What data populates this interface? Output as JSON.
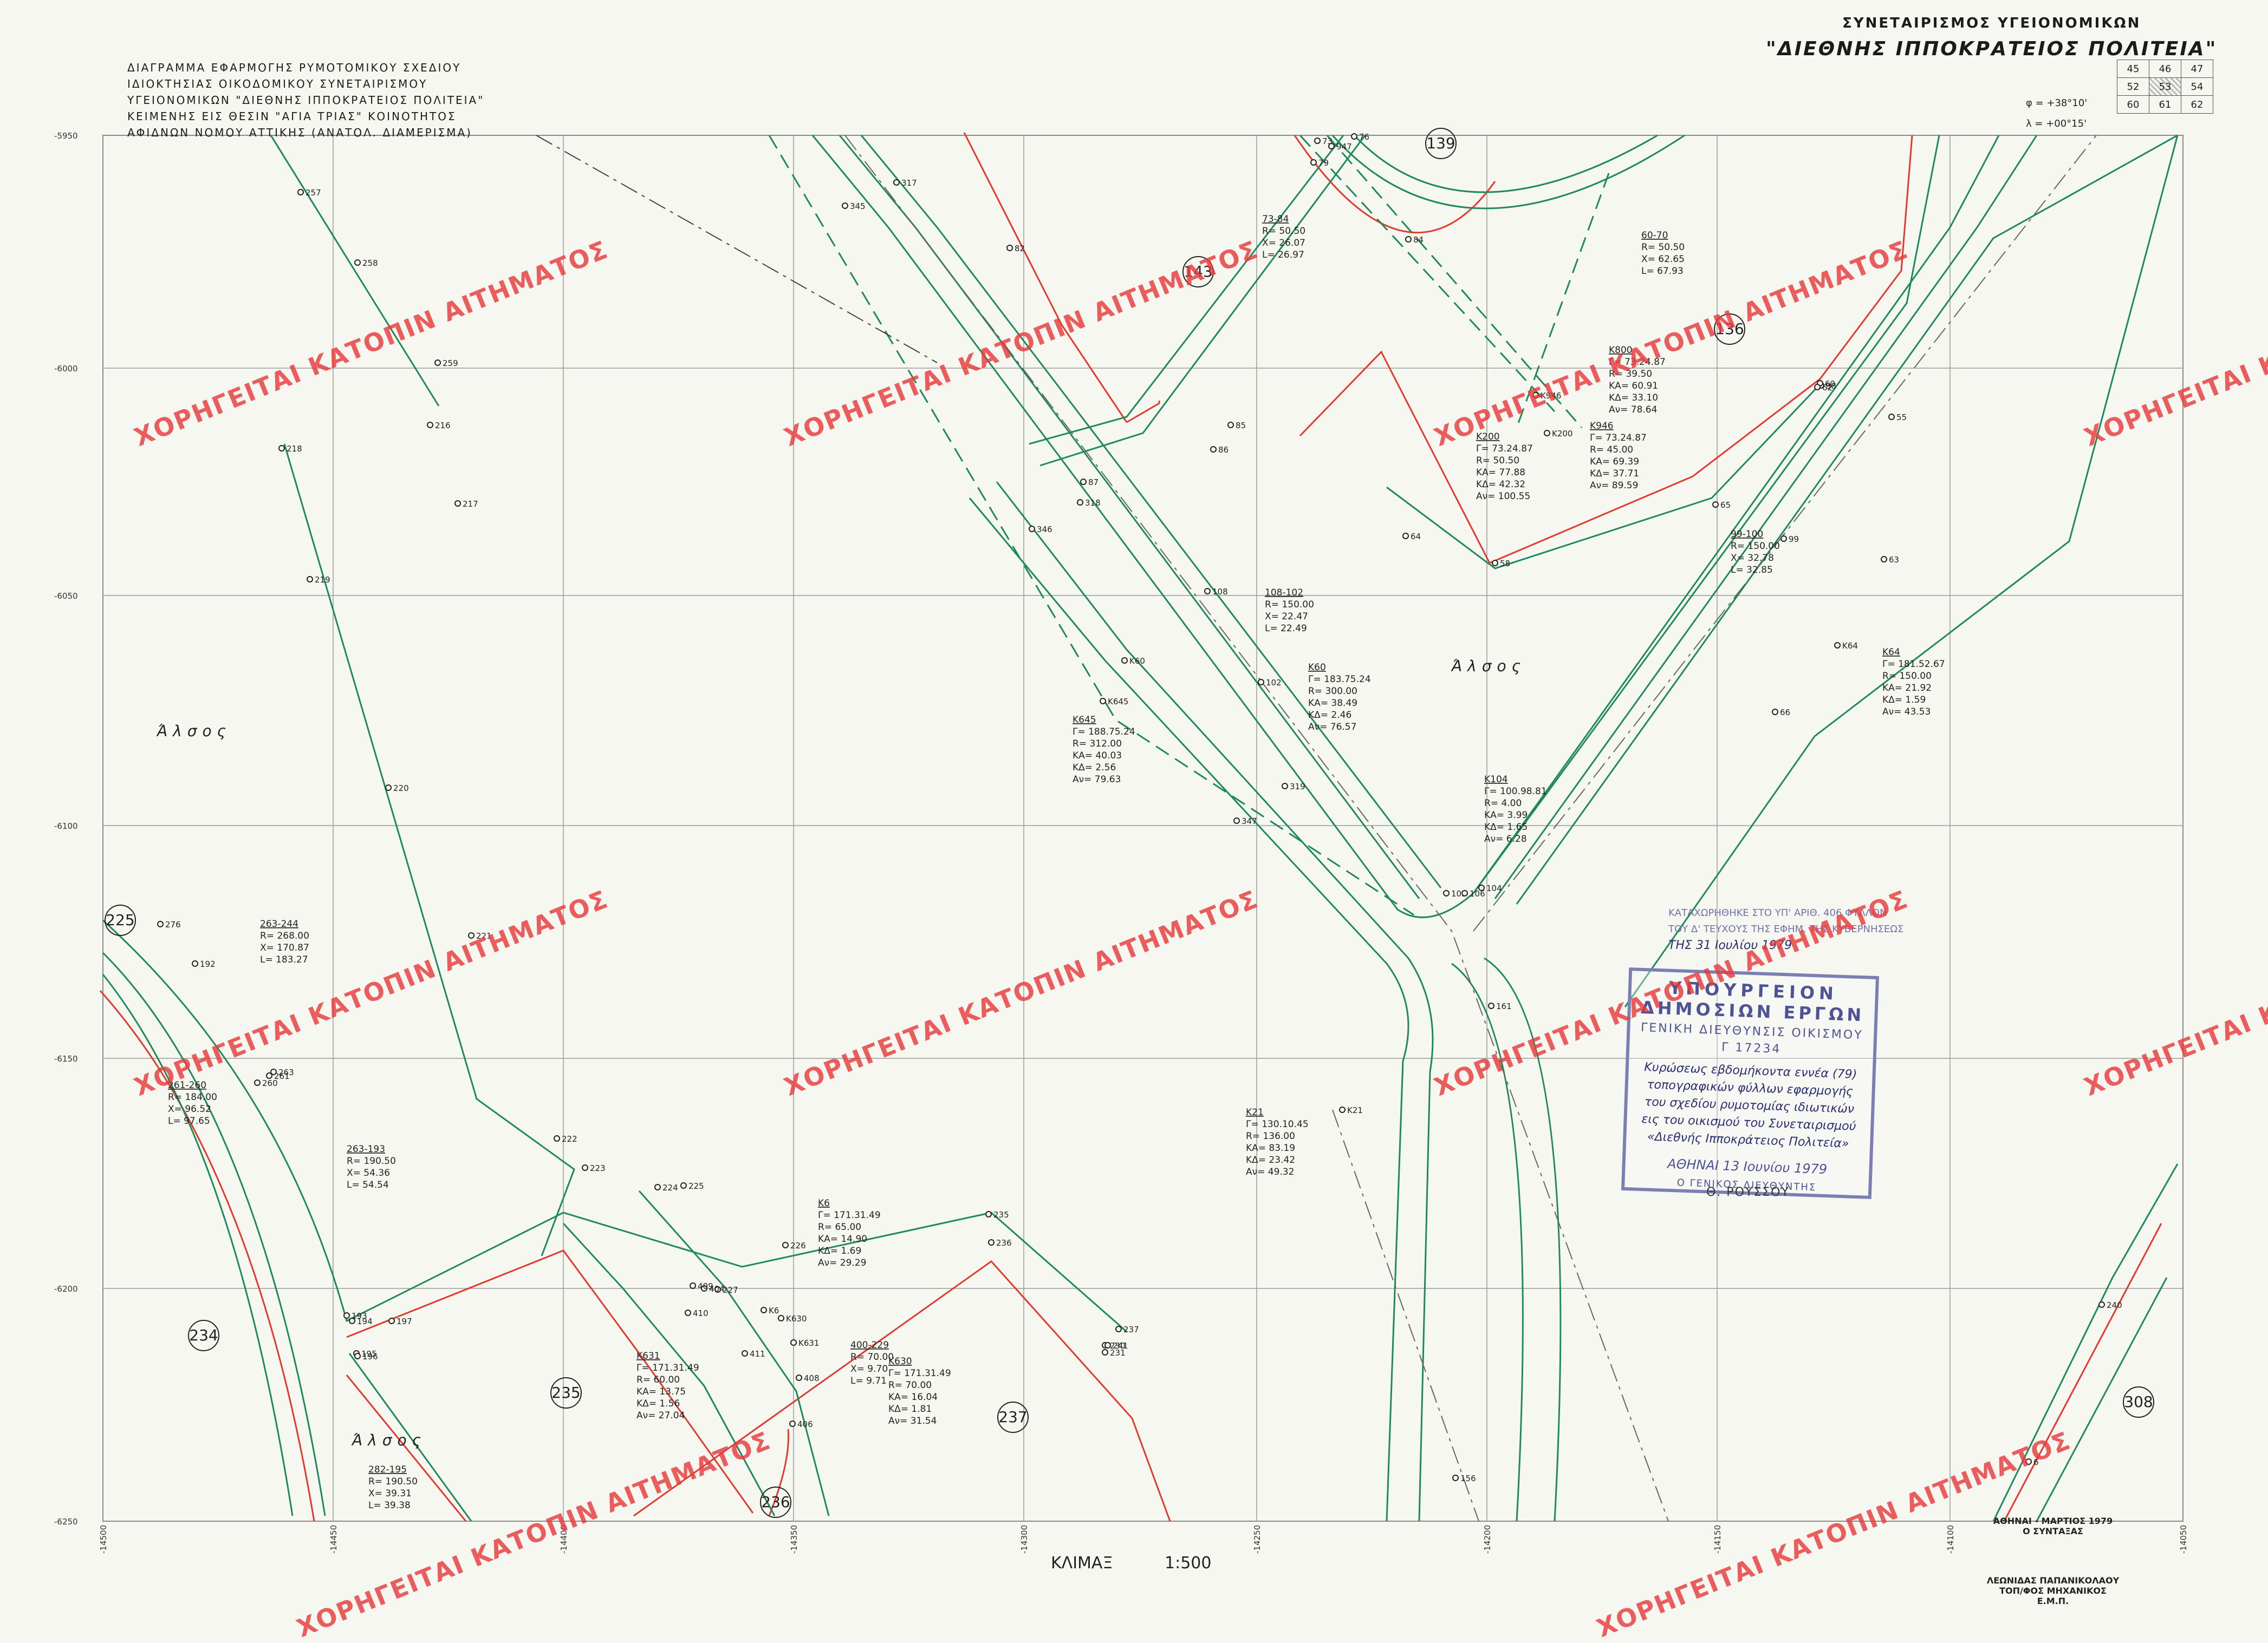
{
  "title_block": {
    "left_lines": [
      "ΔΙΑΓΡΑΜΜΑ ΕΦΑΡΜΟΓΗΣ ΡΥΜΟΤΟΜΙΚΟΥ ΣΧΕΔΙΟΥ",
      "ΙΔΙΟΚΤΗΣΙΑΣ ΟΙΚΟΔΟΜΙΚΟΥ ΣΥΝΕΤΑΙΡΙΣΜΟΥ",
      "ΥΓΕΙΟΝΟΜΙΚΩΝ \"ΔΙΕΘΝΗΣ ΙΠΠΟΚΡΑΤΕΙΟΣ ΠΟΛΙΤΕΙΑ\"",
      "ΚΕΙΜΕΝΗΣ ΕΙΣ ΘΕΣΙΝ \"ΑΓΙΑ ΤΡΙΑΣ\" ΚΟΙΝΟΤΗΤΟΣ",
      "ΑΦΙΔΝΩΝ ΝΟΜΟΥ ΑΤΤΙΚΗΣ (ΑΝΑΤΟΛ. ΔΙΑΜΕΡΙΣΜΑ)"
    ],
    "org_line1": "ΣΥΝΕΤΑΙΡΙΣΜΟΣ ΥΓΕΙΟΝΟΜΙΚΩΝ",
    "org_line2": "\"ΔΙΕΘΝΗΣ ΙΠΠΟΚΡΑΤΕΙΟΣ ΠΟΛΙΤΕΙΑ\"",
    "phi": "φ = +38°10'",
    "lambda": "λ = +00°15'",
    "sheet_index": [
      [
        "45",
        "46",
        "47"
      ],
      [
        "52",
        "53",
        "54"
      ],
      [
        "60",
        "61",
        "62"
      ]
    ],
    "current_sheet": "53"
  },
  "map": {
    "grid_y_labels": [
      "-5950",
      "-6000",
      "-6050",
      "-6100",
      "-6150",
      "-6200",
      "-6250"
    ],
    "grid_x_labels": [
      "-14500",
      "-14450",
      "-14400",
      "-14350",
      "-14300",
      "-14250",
      "-14200",
      "-14150",
      "-14100",
      "-14050"
    ],
    "block_numbers": [
      "139",
      "143",
      "136",
      "225",
      "234",
      "235",
      "236",
      "237",
      "308"
    ],
    "grove_label": "Άλσος",
    "curves": [
      {
        "id": "Κ800",
        "lines": [
          "Γ= 73.24.87",
          "R= 39.50",
          "ΚΑ= 60.91",
          "ΚΔ= 33.10",
          "Αν= 78.64"
        ]
      },
      {
        "id": "Κ200",
        "lines": [
          "Γ= 73.24.87",
          "R= 50.50",
          "ΚΑ= 77.88",
          "ΚΔ= 42.32",
          "Αν= 100.55"
        ]
      },
      {
        "id": "Κ946",
        "lines": [
          "Γ= 73.24.87",
          "R= 45.00",
          "ΚΑ= 69.39",
          "ΚΔ= 37.71",
          "Αν= 89.59"
        ]
      },
      {
        "id": "73-84",
        "lines": [
          "R= 50.50",
          "X= 26.07",
          "L= 26.97"
        ]
      },
      {
        "id": "60-70",
        "lines": [
          "R= 50.50",
          "X= 62.65",
          "L= 67.93"
        ]
      },
      {
        "id": "99-100",
        "lines": [
          "R= 150.00",
          "X= 32.78",
          "L= 32.85"
        ]
      },
      {
        "id": "Κ64",
        "lines": [
          "Γ= 181.52.67",
          "R= 150.00",
          "ΚΑ= 21.92",
          "ΚΔ= 1.59",
          "Αν= 43.53"
        ]
      },
      {
        "id": "108-102",
        "lines": [
          "R= 150.00",
          "X= 22.47",
          "L= 22.49"
        ]
      },
      {
        "id": "Κ60",
        "lines": [
          "Γ= 183.75.24",
          "R= 300.00",
          "ΚΑ= 38.49",
          "ΚΔ= 2.46",
          "Αν= 76.57"
        ]
      },
      {
        "id": "Κ645",
        "lines": [
          "Γ= 188.75.24",
          "R= 312.00",
          "ΚΑ= 40.03",
          "ΚΔ= 2.56",
          "Αν= 79.63"
        ]
      },
      {
        "id": "Κ104",
        "lines": [
          "Γ= 100.98.81",
          "R= 4.00",
          "ΚΑ= 3.99",
          "ΚΔ= 1.65",
          "Αν= 6.28"
        ]
      },
      {
        "id": "263-244",
        "lines": [
          "R= 268.00",
          "X= 170.87",
          "L= 183.27"
        ]
      },
      {
        "id": "261-260",
        "lines": [
          "R= 184.00",
          "X= 96.52",
          "L= 97.65"
        ]
      },
      {
        "id": "263-193",
        "lines": [
          "R= 190.50",
          "X= 54.36",
          "L= 54.54"
        ]
      },
      {
        "id": "Κ21",
        "lines": [
          "Γ= 130.10.45",
          "R= 136.00",
          "ΚΑ= 83.19",
          "ΚΔ= 23.42",
          "Αν= 49.32"
        ]
      },
      {
        "id": "Κ6",
        "lines": [
          "Γ= 171.31.49",
          "R= 65.00",
          "ΚΑ= 14.90",
          "ΚΔ= 1.69",
          "Αν= 29.29"
        ]
      },
      {
        "id": "Κ631",
        "lines": [
          "Γ= 171.31.49",
          "R= 60.00",
          "ΚΑ= 13.75",
          "ΚΔ= 1.56",
          "Αν= 27.04"
        ]
      },
      {
        "id": "Κ630",
        "lines": [
          "Γ= 171.31.49",
          "R= 70.00",
          "ΚΑ= 16.04",
          "ΚΔ= 1.81",
          "Αν= 31.54"
        ]
      },
      {
        "id": "400-229",
        "lines": [
          "R= 70.00",
          "X= 9.70",
          "L= 9.71"
        ]
      },
      {
        "id": "282-195",
        "lines": [
          "R= 190.50",
          "X= 39.31",
          "L= 39.38"
        ]
      }
    ],
    "points": [
      "257",
      "258",
      "259",
      "216",
      "217",
      "218",
      "219",
      "220",
      "221",
      "222",
      "223",
      "224",
      "225",
      "226",
      "227",
      "235",
      "236",
      "237",
      "230",
      "231",
      "192",
      "193",
      "194",
      "195",
      "196",
      "197",
      "260",
      "261",
      "263",
      "276",
      "345",
      "346",
      "347",
      "317",
      "318",
      "319",
      "82",
      "85",
      "86",
      "87",
      "73",
      "79",
      "76",
      "947",
      "84",
      "K946",
      "K200",
      "58",
      "64",
      "65",
      "66",
      "63",
      "K64",
      "99",
      "98",
      "55",
      "60",
      "62",
      "102",
      "108",
      "Κ60",
      "K645",
      "104",
      "105",
      "106",
      "161",
      "K21",
      "404",
      "406",
      "408",
      "409",
      "410",
      "411",
      "K631",
      "K630",
      "K6",
      "241",
      "240",
      "6",
      "156"
    ]
  },
  "stamp": {
    "line1": "ΥΠΟΥΡΓΕΙΟΝ",
    "line2": "ΔΗΜΟΣΙΩΝ ΕΡΓΩΝ",
    "line3": "ΓΕΝΙΚΗ ΔΙΕΥΘΥΝΣΙΣ ΟΙΚΙΣΜΟΥ",
    "doc_no": "Γ 17234",
    "handwritten": [
      "Κυρώσεως εβδομήκοντα εννέα (79)",
      "τοπογραφικών φύλλων εφαρμογής",
      "του σχεδίου ρυμοτομίας ιδιωτικών",
      "εις του οικισμού του Συνεταιρισμού",
      "«Διεθνής Ιπποκράτειος Πολιτεία»"
    ],
    "date": "ΑΘΗΝΑΙ 13 Ιουνίου 1979",
    "signer_title": "Ο ΓΕΝΙΚΟΣ ΔΙΕΥΘΥΝΤΗΣ",
    "signature": "Θ. ΡΟΥΣΣΟΥ"
  },
  "registration": {
    "line1": "ΚΑΤΑΧΩΡΗΘΗΚΕ ΣΤΟ ΥΠ' ΑΡΙΘ. 406 ΦΥΛΛΟΝ",
    "line2": "ΤΟΥ Δ' ΤΕΥΧΟΥΣ ΤΗΣ ΕΦΗΜ. ΤΗΣ ΚΥΒΕΡΝΗΣΕΩΣ",
    "line3": "ΤΗΣ 31 Ιουλίου 1979"
  },
  "footer": {
    "scale_label": "ΚΛΙΜΑΞ",
    "scale_value": "1:500",
    "date_line": "ΑΘΗΝΑΙ - ΜΑΡΤΙΟΣ 1979",
    "composer": "Ο ΣΥΝΤΑΞΑΣ",
    "engineer_name": "ΛΕΩΝΙΔΑΣ ΠΑΠΑΝΙΚΟΛΑΟΥ",
    "engineer_title": "ΤΟΠ/ΦΟΣ ΜΗΧΑΝΙΚΟΣ Ε.Μ.Π."
  },
  "watermark": "ΧΟΡΗΓΕΙΤΑΙ ΚΑΤΟΠΙΝ ΑΙΤΗΜΑΤΟΣ",
  "colors": {
    "red": "#e23b2e",
    "green": "#1e8a5a",
    "blue": "#5a5f9c"
  }
}
